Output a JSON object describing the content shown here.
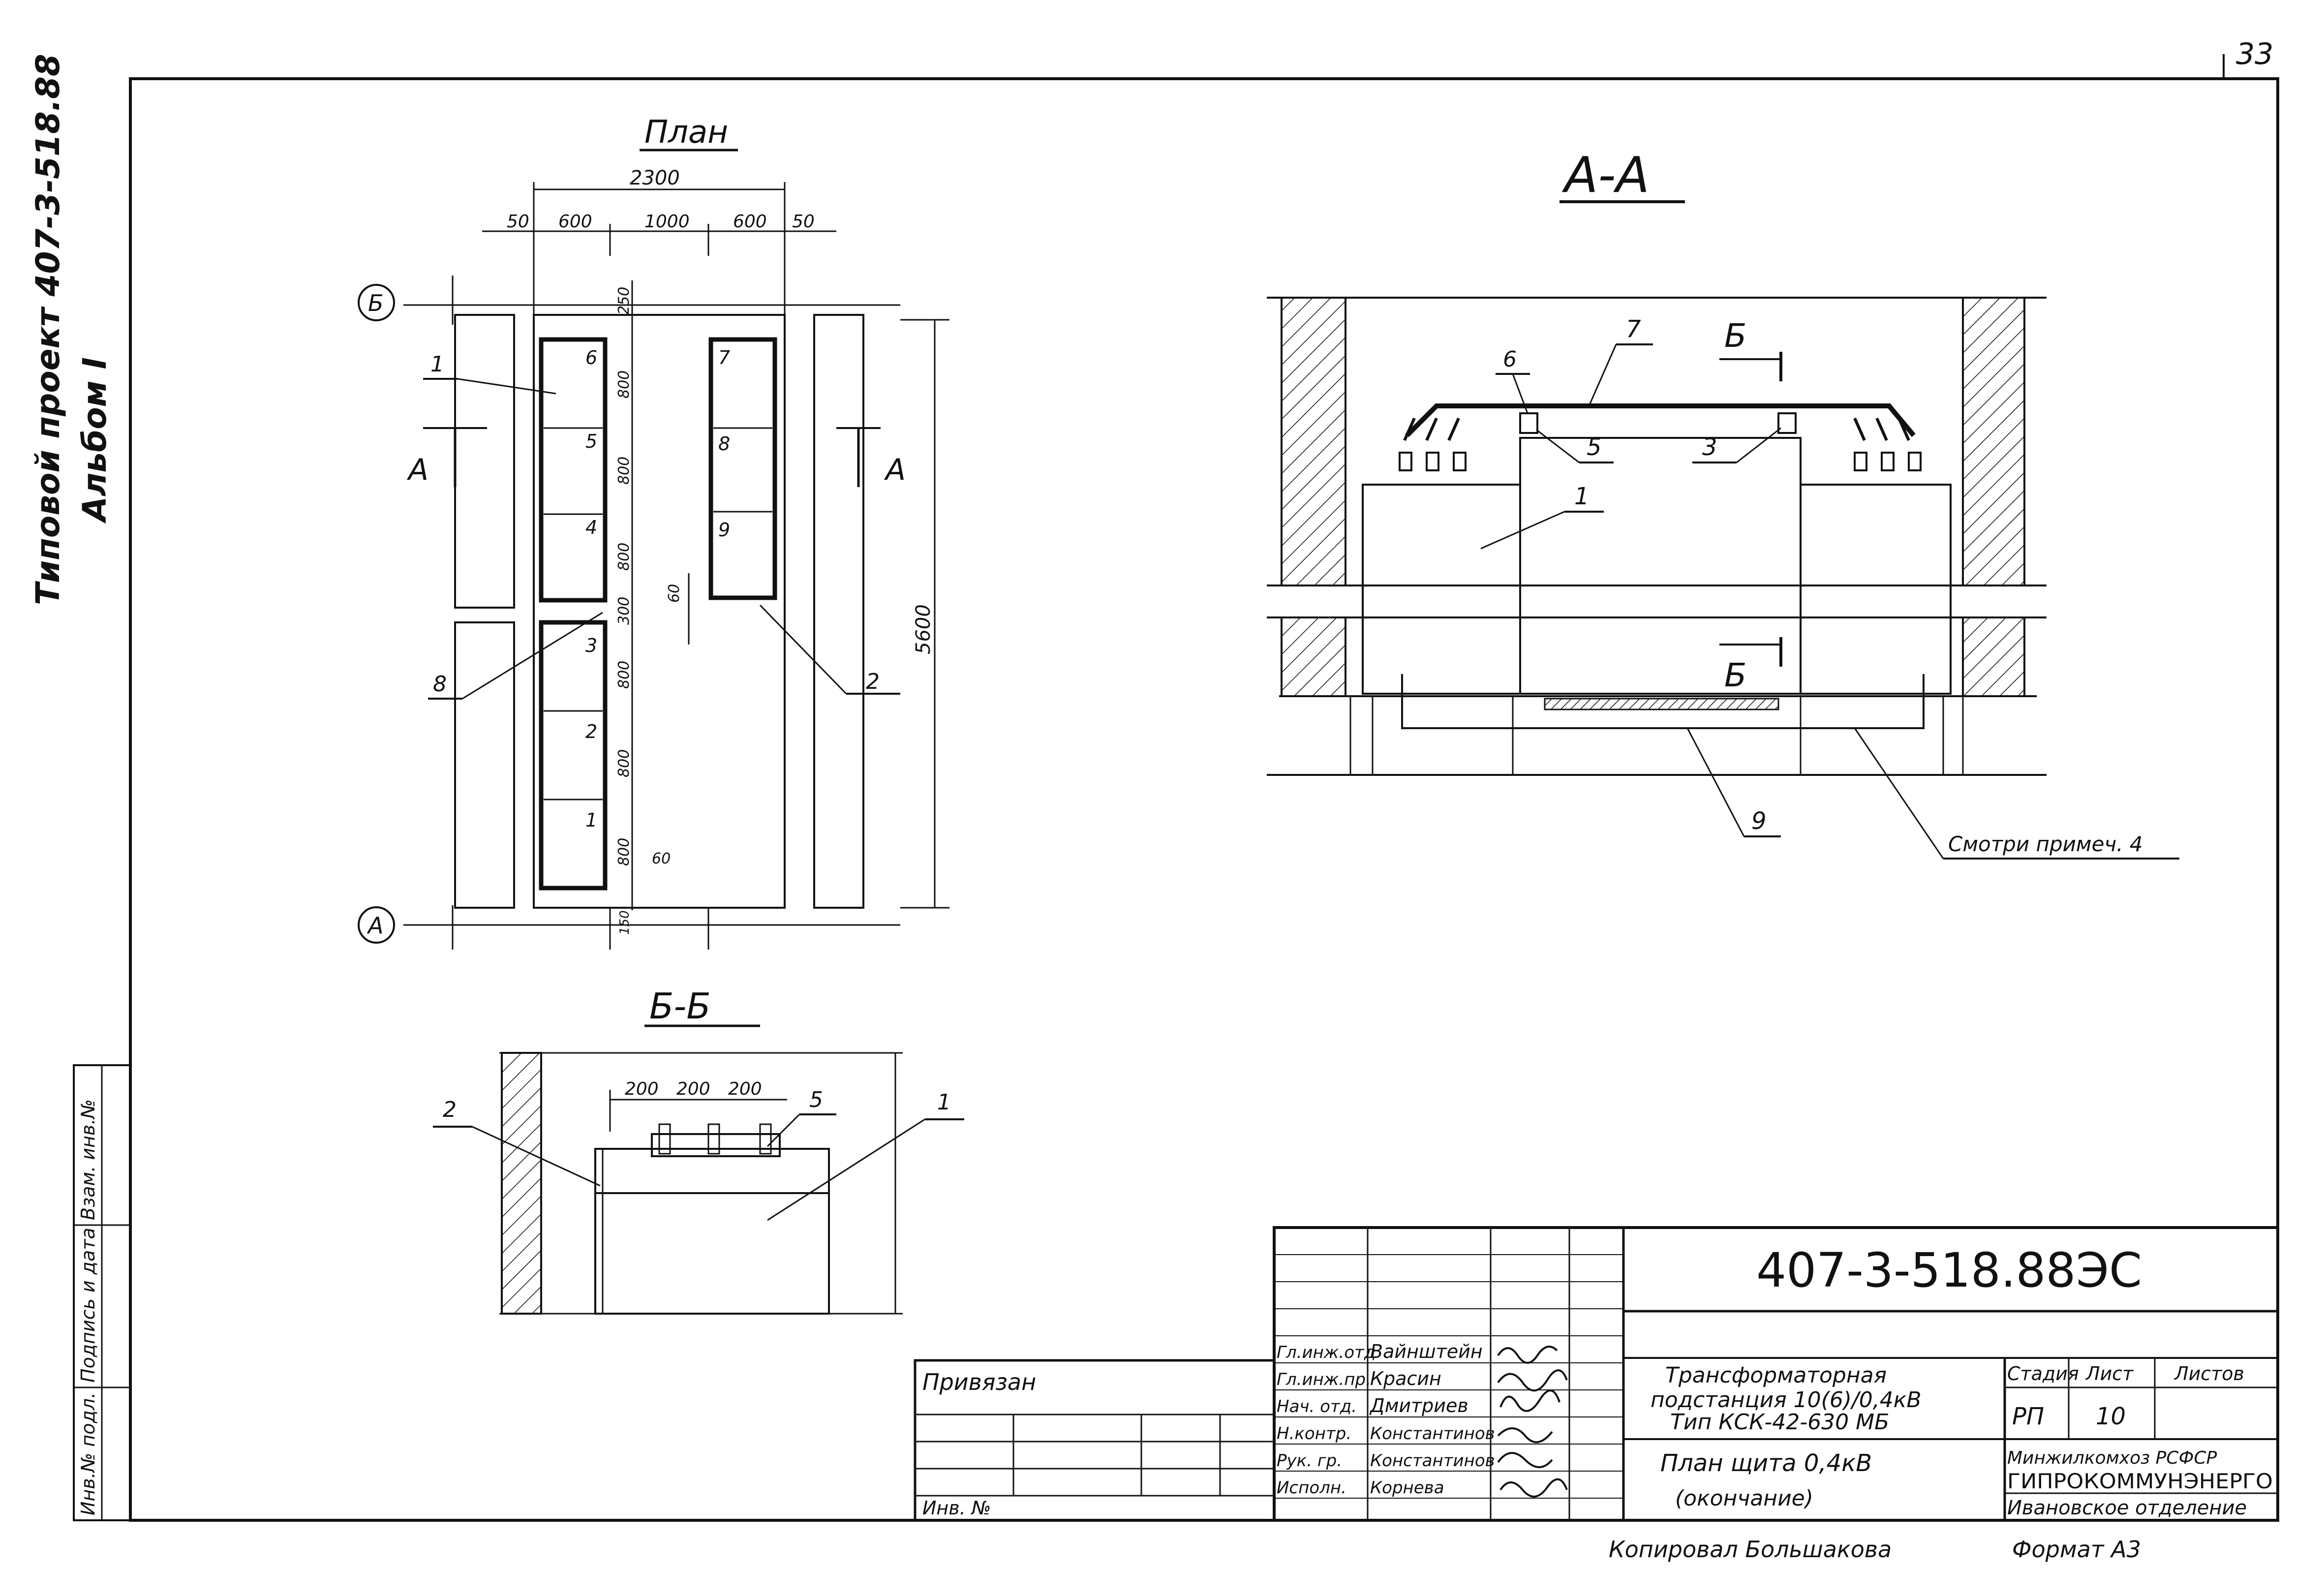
{
  "sheet": {
    "page_number": "33",
    "side_label": "Типовой проект 407-3-518.88",
    "side_album": "Альбом I",
    "left_strip": [
      "Инв.№ подл.",
      "Подпись и дата",
      "Взам. инв.№"
    ],
    "copied_by": "Копировал Большакова",
    "format": "Формат А3"
  },
  "plan": {
    "title": "План",
    "overall_width": "2300",
    "widths": [
      "50",
      "600",
      "1000",
      "600",
      "50"
    ],
    "height_total": "5600",
    "vertical_dims": [
      "250",
      "800",
      "800",
      "800",
      "300",
      "800",
      "800",
      "800",
      "60",
      "150"
    ],
    "gap_dim": "60",
    "axis_b": "Б",
    "axis_a": "А",
    "section_left": "А",
    "section_right": "А",
    "panel_numbers": [
      "1",
      "2",
      "3",
      "4",
      "5",
      "6",
      "7",
      "8",
      "9"
    ],
    "leader_1": "1",
    "leader_2": "2",
    "leader_8": "8"
  },
  "section_bb": {
    "title": "Б-Б",
    "dims": [
      "200",
      "200",
      "200"
    ],
    "leader_2": "2",
    "leader_5": "5",
    "leader_1": "1"
  },
  "section_aa": {
    "title": "А-А",
    "leader_7": "7",
    "leader_6": "6",
    "leader_5": "5",
    "leader_3": "3",
    "leader_1": "1",
    "leader_9": "9",
    "cut_top": "Б",
    "cut_bottom": "Б",
    "note": "Смотри примеч. 4"
  },
  "title_block": {
    "doc_code": "407-3-518.88",
    "doc_suffix": "ЭС",
    "attached": "Привязан",
    "inv_no": "Инв. №",
    "roles": [
      "Гл.инж.отд",
      "Гл.инж.пр.",
      "Нач. отд.",
      "Н.контр.",
      "Рук. гр.",
      "Исполн."
    ],
    "names": [
      "Вайнштейн",
      "Красин",
      "Дмитриев",
      "Константинов",
      "Константинов",
      "Корнева"
    ],
    "project_title_lines": [
      "Трансформаторная",
      "подстанция 10(6)/0,4кВ",
      "Тип КСК-42-630 МБ"
    ],
    "sheet_title_lines": [
      "План щита 0,4кВ",
      "(окончание)"
    ],
    "stage_label": "Стадия",
    "sheet_label": "Лист",
    "sheets_label": "Листов",
    "stage": "РП",
    "sheet_no": "10",
    "org_lines": [
      "Минжилкомхоз РСФСР",
      "ГИПРОКОММУНЭНЕРГО",
      "Ивановское отделение"
    ]
  }
}
